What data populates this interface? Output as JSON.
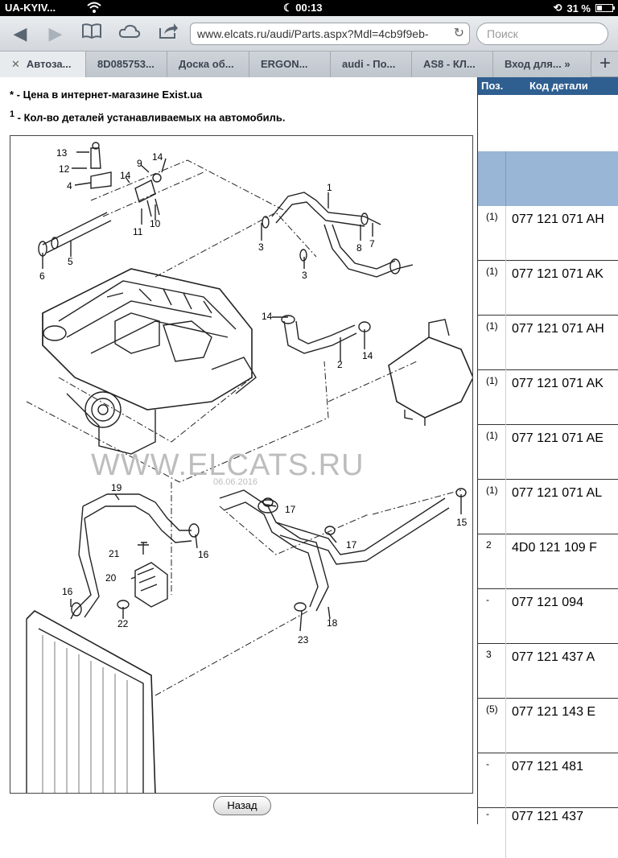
{
  "status_bar": {
    "carrier": "UA-KYIV...",
    "time": "00:13",
    "battery": "31 %"
  },
  "browser": {
    "url": "www.elcats.ru/audi/Parts.aspx?Mdl=4cb9f9eb-",
    "search_placeholder": "Поиск",
    "tabs": [
      "Автоза...",
      "8D085753...",
      "Доска об...",
      "ERGON...",
      "audi - По...",
      "AS8 - КЛ...",
      "Вход для..."
    ]
  },
  "page": {
    "note_price": "* - Цена в интернет-магазине Exist.ua",
    "note_qty_mark": "1",
    "note_qty": " - Кол-во деталей устанавливаемых на автомобиль.",
    "watermark": "WWW.ELCATS.RU",
    "watermark_date": "06.06.2016",
    "back_button": "Назад"
  },
  "diagram_labels": [
    "1",
    "2",
    "3",
    "3",
    "4",
    "5",
    "6",
    "7",
    "8",
    "9",
    "10",
    "11",
    "12",
    "13",
    "14",
    "14",
    "14",
    "14",
    "15",
    "16",
    "16",
    "17",
    "17",
    "18",
    "19",
    "20",
    "21",
    "22",
    "23"
  ],
  "parts_table": {
    "headers": {
      "pos": "Поз.",
      "code": "Код детали"
    },
    "rows": [
      {
        "pos": "(1)",
        "code": "077 121 071 AH"
      },
      {
        "pos": "(1)",
        "code": "077 121 071 AK"
      },
      {
        "pos": "(1)",
        "code": "077 121 071 AH"
      },
      {
        "pos": "(1)",
        "code": "077 121 071 AK"
      },
      {
        "pos": "(1)",
        "code": "077 121 071 AE"
      },
      {
        "pos": "(1)",
        "code": "077 121 071 AL"
      },
      {
        "pos": "2",
        "code": "4D0 121 109 F"
      },
      {
        "pos": "-",
        "code": "077 121 094"
      },
      {
        "pos": "3",
        "code": "077 121 437 A"
      },
      {
        "pos": "(5)",
        "code": "077 121 143 E"
      },
      {
        "pos": "-",
        "code": "077 121 481"
      },
      {
        "pos": "-",
        "code": "077 121 437"
      }
    ]
  }
}
